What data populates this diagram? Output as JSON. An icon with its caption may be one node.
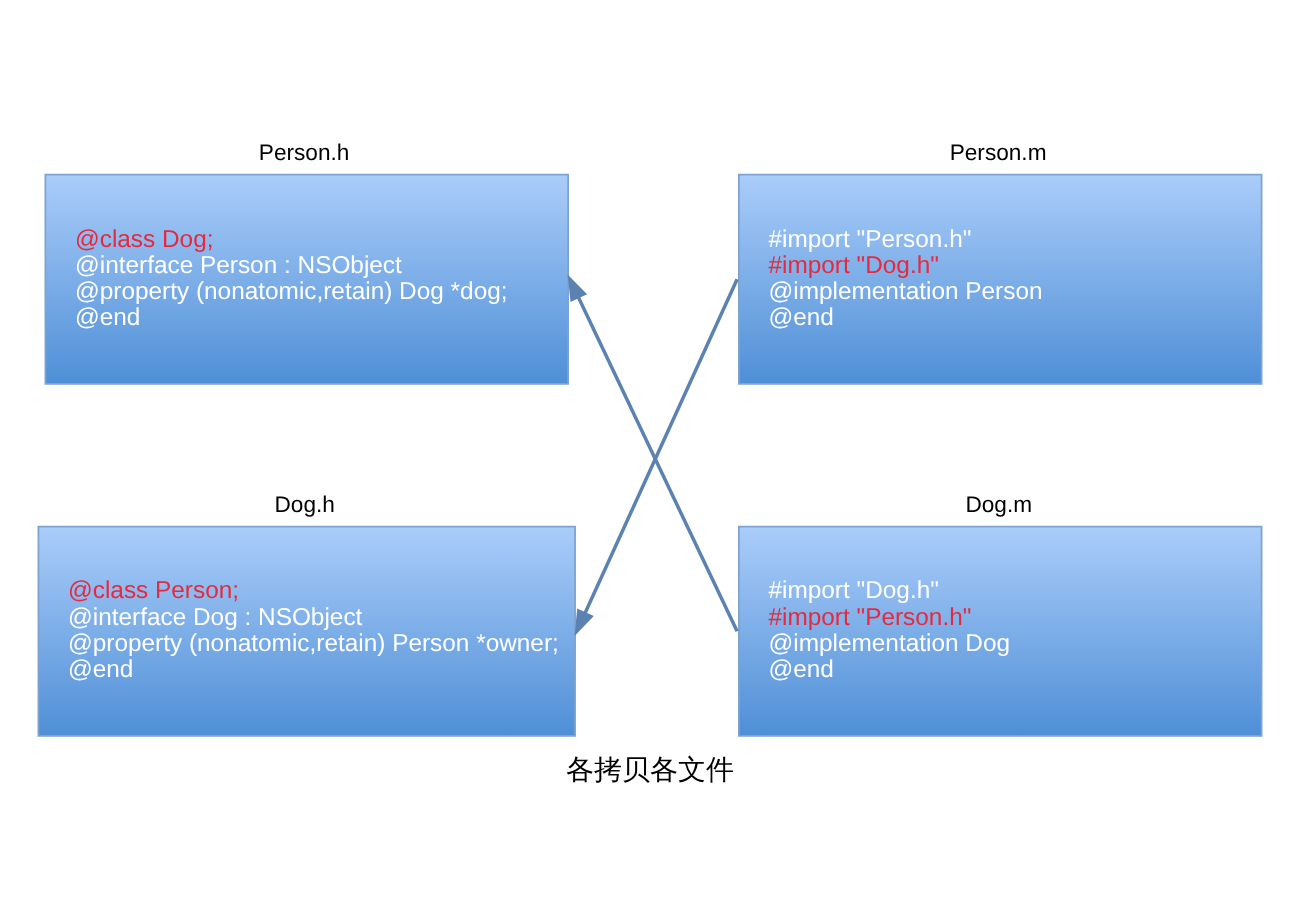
{
  "diagram": {
    "caption": "各拷贝各文件",
    "nodes": [
      {
        "text": [
          "Person.h",
          "@class Dog;",
          "@interface Person : NSObject",
          "@property (nonatomic,retain) Dog *dog;",
          "@end"
        ]
      },
      {
        "text": [
          "Person.m",
          "#import \"Person.h\"",
          "#import \"Dog.h\"",
          "@implementation Person",
          "@end"
        ]
      },
      {
        "text": [
          "Dog.h",
          "@class Person;",
          "@interface Dog : NSObject",
          "@property (nonatomic,retain) Person *owner;",
          "@end"
        ]
      },
      {
        "text": [
          "Dog.m",
          "#import \"Dog.h\"",
          "#import \"Person.h\"",
          "@implementation Dog",
          "@end"
        ]
      }
    ],
    "edges": [
      {
        "from": 1,
        "to": 2,
        "arrow": "to"
      },
      {
        "from": 3,
        "to": 0,
        "arrow": "to"
      }
    ]
  }
}
